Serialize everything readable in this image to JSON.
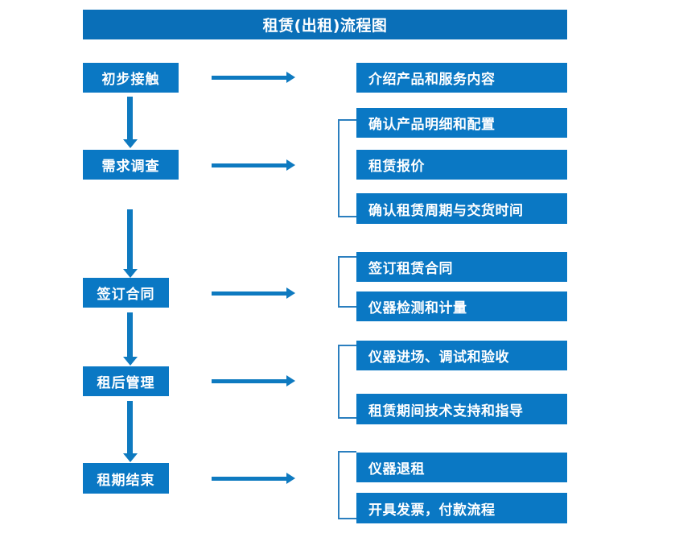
{
  "title": "租赁(出租)流程图",
  "colors": {
    "box_blue": "#0A78C4",
    "title_blue": "#0A6FB8",
    "arrow_blue": "#0E7AC0",
    "bracket_blue": "#2B7FBF",
    "text_white": "#FFFFFF",
    "background": "#FFFFFF"
  },
  "stages": [
    {
      "label": "初步接触"
    },
    {
      "label": "需求调查"
    },
    {
      "label": "签订合同"
    },
    {
      "label": "租后管理"
    },
    {
      "label": "租期结束"
    }
  ],
  "details": [
    {
      "label": "介绍产品和服务内容"
    },
    {
      "label": "确认产品明细和配置"
    },
    {
      "label": "租赁报价"
    },
    {
      "label": "确认租赁周期与交货时间"
    },
    {
      "label": "签订租赁合同"
    },
    {
      "label": "仪器检测和计量"
    },
    {
      "label": "仪器进场、调试和验收"
    },
    {
      "label": "租赁期间技术支持和指导"
    },
    {
      "label": "仪器退租"
    },
    {
      "label": "开具发票，付款流程"
    }
  ],
  "groups": [
    {
      "stage": "需求调查",
      "items": [
        "确认产品明细和配置",
        "租赁报价",
        "确认租赁周期与交货时间"
      ]
    },
    {
      "stage": "签订合同",
      "items": [
        "签订租赁合同",
        "仪器检测和计量"
      ]
    },
    {
      "stage": "租后管理",
      "items": [
        "仪器进场、调试和验收",
        "租赁期间技术支持和指导"
      ]
    },
    {
      "stage": "租期结束",
      "items": [
        "仪器退租",
        "开具发票，付款流程"
      ]
    }
  ],
  "icons": {
    "right_arrow": "right-arrow-icon",
    "down_arrow": "down-arrow-icon",
    "bracket": "grouping-bracket-icon"
  }
}
